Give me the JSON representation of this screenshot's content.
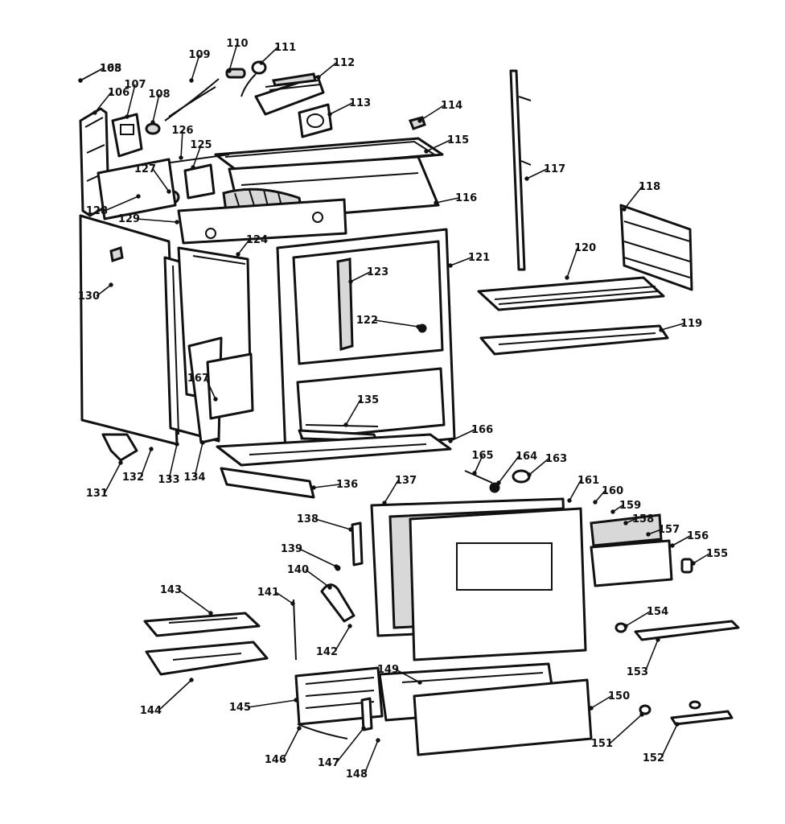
{
  "labels": [
    {
      "id": "105",
      "text": "105"
    },
    {
      "id": "106",
      "text": "106"
    },
    {
      "id": "107",
      "text": "107"
    },
    {
      "id": "108a",
      "text": "108"
    },
    {
      "id": "109",
      "text": "109"
    },
    {
      "id": "110",
      "text": "110"
    },
    {
      "id": "111",
      "text": "111"
    },
    {
      "id": "112",
      "text": "112"
    },
    {
      "id": "113",
      "text": "113"
    },
    {
      "id": "114",
      "text": "114"
    },
    {
      "id": "115",
      "text": "115"
    },
    {
      "id": "116",
      "text": "116"
    },
    {
      "id": "117",
      "text": "117"
    },
    {
      "id": "118",
      "text": "118"
    },
    {
      "id": "119",
      "text": "119"
    },
    {
      "id": "120",
      "text": "120"
    },
    {
      "id": "121",
      "text": "121"
    },
    {
      "id": "122",
      "text": "122"
    },
    {
      "id": "123",
      "text": "123"
    },
    {
      "id": "124",
      "text": "124"
    },
    {
      "id": "125",
      "text": "125"
    },
    {
      "id": "126",
      "text": "126"
    },
    {
      "id": "127",
      "text": "127"
    },
    {
      "id": "128",
      "text": "128"
    },
    {
      "id": "129",
      "text": "129"
    },
    {
      "id": "130",
      "text": "130"
    },
    {
      "id": "131",
      "text": "131"
    },
    {
      "id": "132",
      "text": "132"
    },
    {
      "id": "133",
      "text": "133"
    },
    {
      "id": "134",
      "text": "134"
    },
    {
      "id": "135",
      "text": "135"
    },
    {
      "id": "136",
      "text": "136"
    },
    {
      "id": "137",
      "text": "137"
    },
    {
      "id": "138",
      "text": "138"
    },
    {
      "id": "139",
      "text": "139"
    },
    {
      "id": "140",
      "text": "140"
    },
    {
      "id": "141",
      "text": "141"
    },
    {
      "id": "142",
      "text": "142"
    },
    {
      "id": "143",
      "text": "143"
    },
    {
      "id": "144",
      "text": "144"
    },
    {
      "id": "145",
      "text": "145"
    },
    {
      "id": "146",
      "text": "146"
    },
    {
      "id": "147",
      "text": "147"
    },
    {
      "id": "148",
      "text": "148"
    },
    {
      "id": "149",
      "text": "149"
    },
    {
      "id": "150",
      "text": "150"
    },
    {
      "id": "151",
      "text": "151"
    },
    {
      "id": "152",
      "text": "152"
    },
    {
      "id": "153",
      "text": "153"
    },
    {
      "id": "154",
      "text": "154"
    },
    {
      "id": "155",
      "text": "155"
    },
    {
      "id": "156",
      "text": "156"
    },
    {
      "id": "157",
      "text": "157"
    },
    {
      "id": "158",
      "text": "158"
    },
    {
      "id": "159",
      "text": "159"
    },
    {
      "id": "160",
      "text": "160"
    },
    {
      "id": "161",
      "text": "161"
    },
    {
      "id": "163",
      "text": "163"
    },
    {
      "id": "164",
      "text": "164"
    },
    {
      "id": "165",
      "text": "165"
    },
    {
      "id": "166",
      "text": "166"
    },
    {
      "id": "167",
      "text": "167"
    },
    {
      "id": "168",
      "text": "168"
    }
  ]
}
